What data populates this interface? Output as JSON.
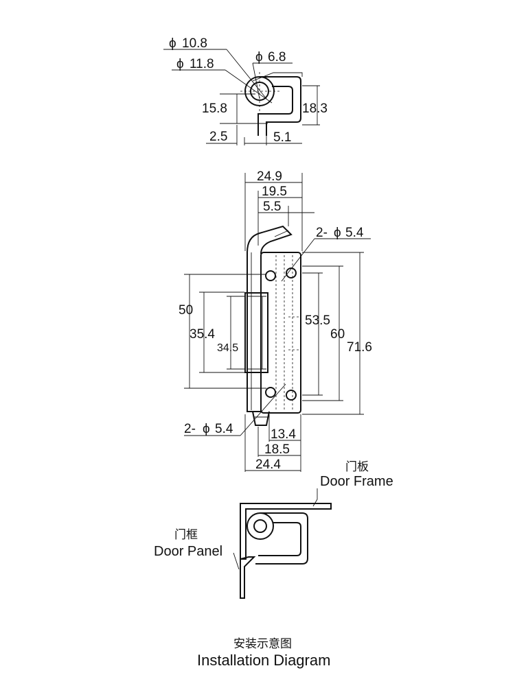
{
  "top_view": {
    "d_10_8": "10.8",
    "d_11_8": "11.8",
    "d_6_8": "6.8",
    "h_15_8": "15.8",
    "h_18_3": "18.3",
    "w_2_5": "2.5",
    "w_5_1": "5.1"
  },
  "front_view": {
    "w_24_9": "24.9",
    "w_19_5": "19.5",
    "w_5_5": "5.5",
    "hole_top": "2-",
    "hole_top_dia": "5.4",
    "h_50": "50",
    "h_35_4": "35.4",
    "h_34_5": "34.5",
    "h_53_5": "53.5",
    "h_60": "60",
    "h_71_6": "71.6",
    "hole_bottom": "2-",
    "hole_bottom_dia": "5.4",
    "w_13_4": "13.4",
    "w_18_5": "18.5",
    "w_24_4": "24.4"
  },
  "install": {
    "door_frame_cn": "门板",
    "door_frame_en": "Door Frame",
    "door_panel_cn": "门框",
    "door_panel_en": "Door Panel",
    "caption_cn": "安装示意图",
    "caption_en": "Installation Diagram"
  }
}
